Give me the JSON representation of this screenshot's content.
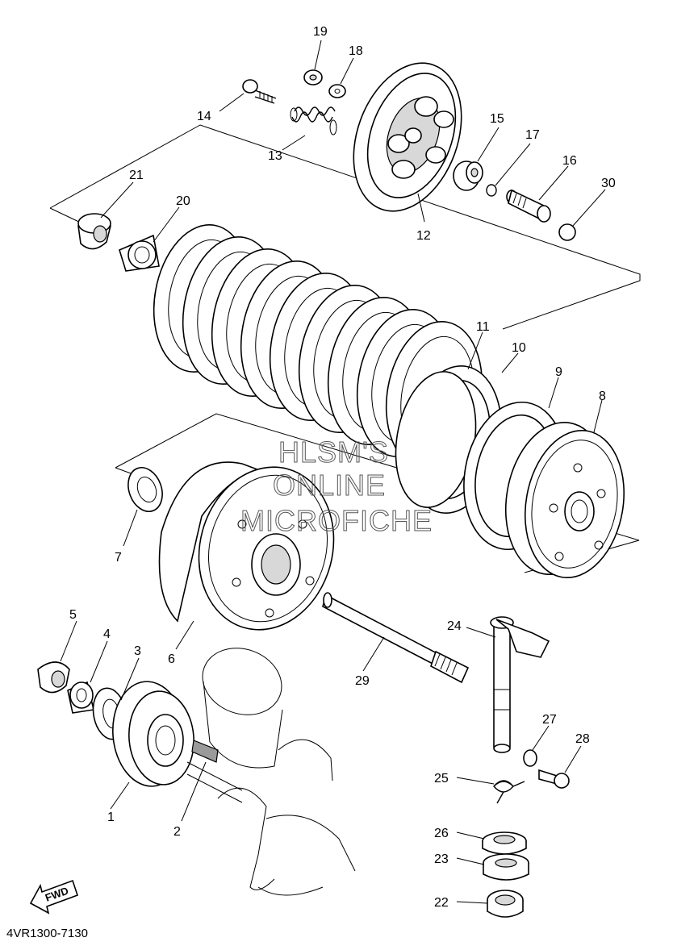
{
  "diagram_code": "4VR1300-7130",
  "watermark": [
    "HLSM'S",
    "ONLINE",
    "MICROFICHE"
  ],
  "fwd_label": "FWD",
  "callouts": [
    {
      "id": "1",
      "label": "1"
    },
    {
      "id": "2",
      "label": "2"
    },
    {
      "id": "3",
      "label": "3"
    },
    {
      "id": "4",
      "label": "4"
    },
    {
      "id": "5",
      "label": "5"
    },
    {
      "id": "6",
      "label": "6"
    },
    {
      "id": "7",
      "label": "7"
    },
    {
      "id": "8",
      "label": "8"
    },
    {
      "id": "9",
      "label": "9"
    },
    {
      "id": "10",
      "label": "10"
    },
    {
      "id": "11",
      "label": "11"
    },
    {
      "id": "12",
      "label": "12"
    },
    {
      "id": "13",
      "label": "13"
    },
    {
      "id": "14",
      "label": "14"
    },
    {
      "id": "15",
      "label": "15"
    },
    {
      "id": "16",
      "label": "16"
    },
    {
      "id": "17",
      "label": "17"
    },
    {
      "id": "18",
      "label": "18"
    },
    {
      "id": "19",
      "label": "19"
    },
    {
      "id": "20",
      "label": "20"
    },
    {
      "id": "21",
      "label": "21"
    },
    {
      "id": "22",
      "label": "22"
    },
    {
      "id": "23",
      "label": "23"
    },
    {
      "id": "24",
      "label": "24"
    },
    {
      "id": "25",
      "label": "25"
    },
    {
      "id": "26",
      "label": "26"
    },
    {
      "id": "27",
      "label": "27"
    },
    {
      "id": "28",
      "label": "28"
    },
    {
      "id": "29",
      "label": "29"
    },
    {
      "id": "30",
      "label": "30"
    }
  ]
}
